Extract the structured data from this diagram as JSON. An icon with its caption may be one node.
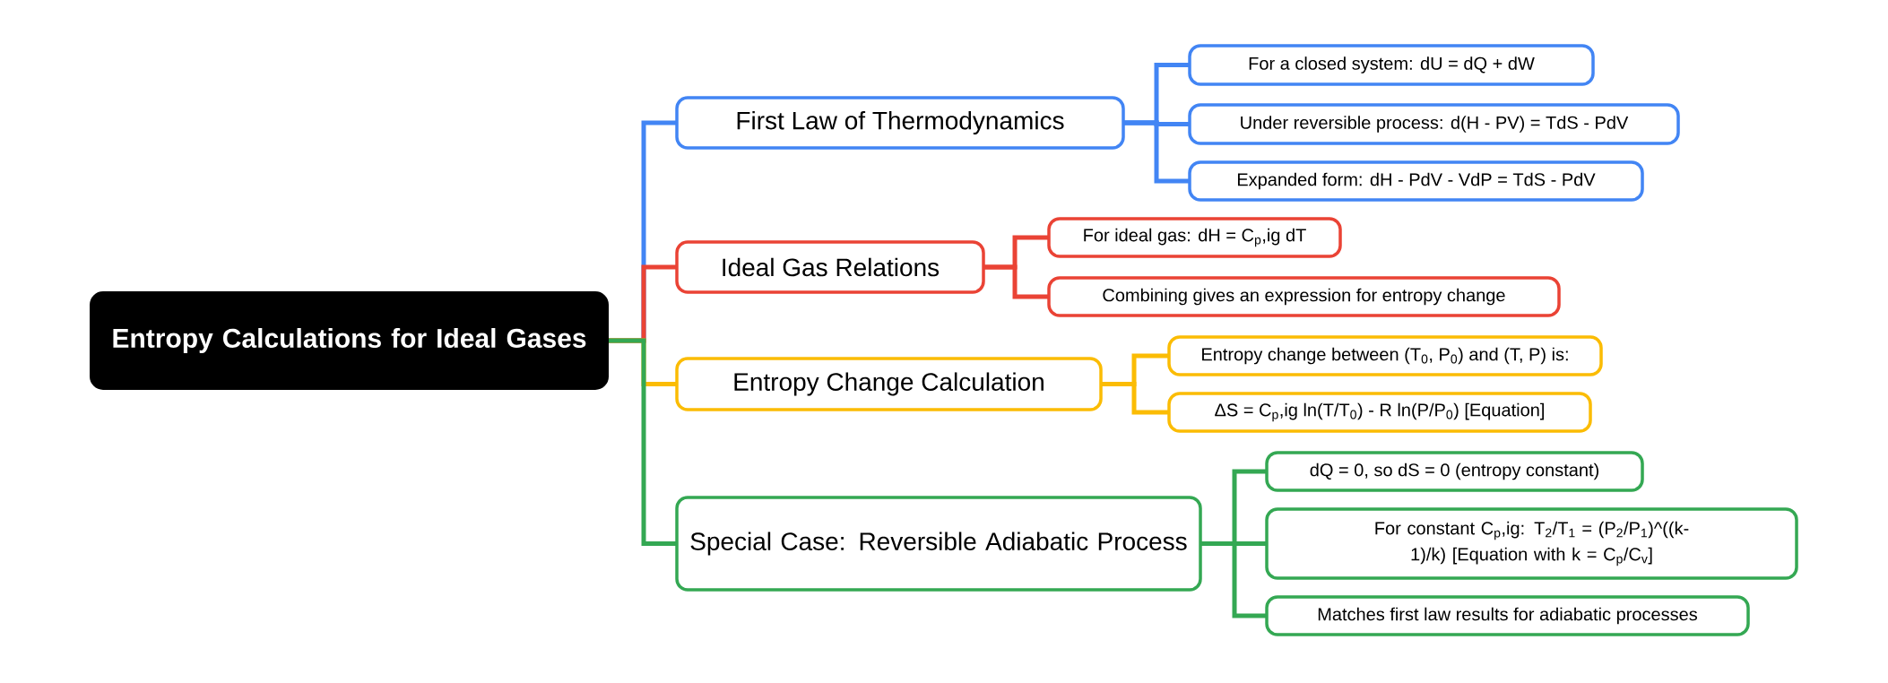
{
  "diagram": {
    "nodes": [
      {
        "text": [
          "Entropy Calculations for Ideal Gases"
        ]
      },
      {
        "text": [
          "First Law of Thermodynamics"
        ]
      },
      {
        "text": [
          "For a closed system: dU = dQ + dW"
        ]
      },
      {
        "text": [
          "Under reversible process: d(H - PV) = TdS - PdV"
        ]
      },
      {
        "text": [
          "Expanded form: dH - PdV - VdP = TdS - PdV"
        ]
      },
      {
        "text": [
          "Ideal Gas Relations"
        ]
      },
      {
        "text": [
          "For ideal gas: dH = C$_{p}$,ig dT"
        ]
      },
      {
        "text": [
          "Combining gives an expression for entropy change"
        ]
      },
      {
        "text": [
          "Entropy Change Calculation"
        ]
      },
      {
        "text": [
          "Entropy change between (T$_{0}$, P$_{0}$) and (T, P) is:"
        ]
      },
      {
        "text": [
          "ΔS = C$_{p}$,ig ln(T/T$_{0}$) - R ln(P/P$_{0}$) [Equation]"
        ]
      },
      {
        "text": [
          "Special Case: Reversible Adiabatic Process"
        ]
      },
      {
        "text": [
          "dQ = 0, so dS = 0 (entropy constant)"
        ]
      },
      {
        "text": [
          "For constant C$_{p}$,ig: T$_{2}$/T$_{1}$ = (P$_{2}$/P$_{1}$)^((k-1)/k) [Equation with k = C$_{p}$/C$_{v}$]"
        ]
      },
      {
        "text": [
          "Matches first law results for adiabatic processes"
        ]
      }
    ],
    "edges": [
      {
        "from": 0,
        "to": 1,
        "arrow": "none",
        "color": "#4285f4"
      },
      {
        "from": 0,
        "to": 5,
        "arrow": "none",
        "color": "#ea4335"
      },
      {
        "from": 0,
        "to": 8,
        "arrow": "none",
        "color": "#fbbc04"
      },
      {
        "from": 0,
        "to": 11,
        "arrow": "none",
        "color": "#34a853"
      },
      {
        "from": 1,
        "to": 2,
        "arrow": "none",
        "color": "#4285f4"
      },
      {
        "from": 1,
        "to": 3,
        "arrow": "none",
        "color": "#4285f4"
      },
      {
        "from": 1,
        "to": 4,
        "arrow": "none",
        "color": "#4285f4"
      },
      {
        "from": 5,
        "to": 6,
        "arrow": "none",
        "color": "#ea4335"
      },
      {
        "from": 5,
        "to": 7,
        "arrow": "none",
        "color": "#ea4335"
      },
      {
        "from": 8,
        "to": 9,
        "arrow": "none",
        "color": "#fbbc04"
      },
      {
        "from": 8,
        "to": 10,
        "arrow": "none",
        "color": "#fbbc04"
      },
      {
        "from": 11,
        "to": 12,
        "arrow": "none",
        "color": "#34a853"
      },
      {
        "from": 11,
        "to": 13,
        "arrow": "none",
        "color": "#34a853"
      },
      {
        "from": 11,
        "to": 14,
        "arrow": "none",
        "color": "#34a853"
      }
    ]
  }
}
